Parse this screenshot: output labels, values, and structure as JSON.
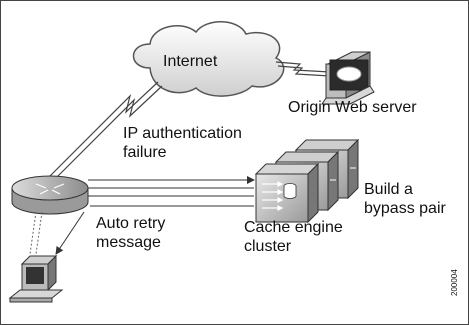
{
  "labels": {
    "internet": "Internet",
    "origin_server": "Origin Web server",
    "ip_auth_failure": "IP authentication\nfailure",
    "build_bypass": "Build a\nbypass pair",
    "auto_retry": "Auto retry\nmessage",
    "cache_cluster": "Cache engine\ncluster",
    "figure_id": "200004"
  },
  "icons": {
    "cloud": "cloud-icon",
    "server": "server-icon",
    "router": "router-icon",
    "cache_engine": "cache-engine-icon",
    "client": "client-pc-icon"
  }
}
